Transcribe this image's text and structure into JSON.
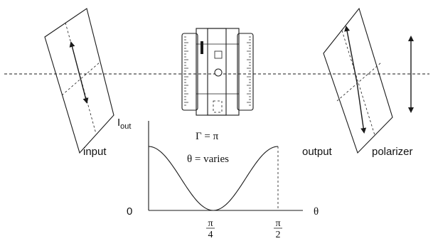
{
  "labels": {
    "input": "input",
    "output": "output",
    "polarizer": "polarizer",
    "intensity_main": "I",
    "intensity_sub": "out",
    "origin": "0",
    "theta_axis": "θ",
    "gamma_eq": "Γ = π",
    "theta_eq": "θ = varies",
    "tick1_num": "π",
    "tick1_den": "4",
    "tick2_num": "π",
    "tick2_den": "2"
  },
  "chart_data": {
    "type": "line",
    "xlabel": "θ",
    "ylabel": "Iout",
    "x_ticks": [
      "0",
      "π/4",
      "π/2"
    ],
    "curve": "cos²(2θ)",
    "x": [
      0,
      0.19635,
      0.3927,
      0.58905,
      0.7854,
      0.98175,
      1.1781,
      1.37445,
      1.5708
    ],
    "y": [
      1,
      0.854,
      0.5,
      0.146,
      0,
      0.146,
      0.5,
      0.854,
      1
    ]
  },
  "colors": {
    "ink": "#1a1a1a",
    "background": "#ffffff"
  }
}
